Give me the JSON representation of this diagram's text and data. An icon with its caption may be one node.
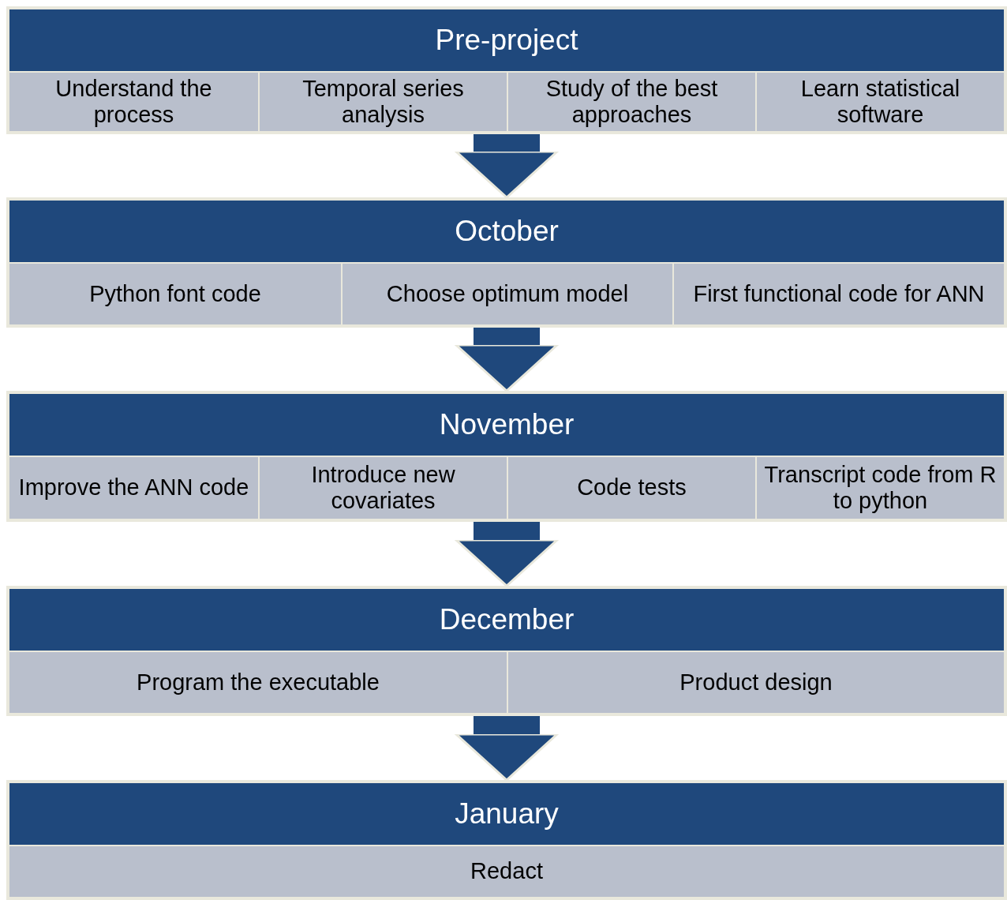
{
  "diagram": {
    "nodes": [
      {
        "text": [
          "Pre-project"
        ]
      },
      {
        "text": [
          "Understand the process"
        ],
        "in": 0
      },
      {
        "text": [
          "Temporal series analysis"
        ],
        "in": 0
      },
      {
        "text": [
          "Study of the best approaches"
        ],
        "in": 0
      },
      {
        "text": [
          "Learn statistical software"
        ],
        "in": 0
      },
      {
        "text": [
          "October"
        ]
      },
      {
        "text": [
          "Python font code"
        ],
        "in": 5
      },
      {
        "text": [
          "Choose optimum model"
        ],
        "in": 5
      },
      {
        "text": [
          "First functional code for ANN"
        ],
        "in": 5
      },
      {
        "text": [
          "November"
        ]
      },
      {
        "text": [
          "Improve the ANN code"
        ],
        "in": 9
      },
      {
        "text": [
          "Introduce new covariates"
        ],
        "in": 9
      },
      {
        "text": [
          "Code tests"
        ],
        "in": 9
      },
      {
        "text": [
          "Transcript code from R to python"
        ],
        "in": 9
      },
      {
        "text": [
          "December"
        ]
      },
      {
        "text": [
          "Program the executable"
        ],
        "in": 14
      },
      {
        "text": [
          "Product design"
        ],
        "in": 14
      },
      {
        "text": [
          "January"
        ]
      },
      {
        "text": [
          "Redact"
        ],
        "in": 17
      }
    ],
    "edges": [
      {
        "from": 0,
        "to": 5,
        "arrow": "to"
      },
      {
        "from": 5,
        "to": 9,
        "arrow": "to"
      },
      {
        "from": 9,
        "to": 14,
        "arrow": "to"
      },
      {
        "from": 14,
        "to": 17,
        "arrow": "to"
      }
    ]
  }
}
